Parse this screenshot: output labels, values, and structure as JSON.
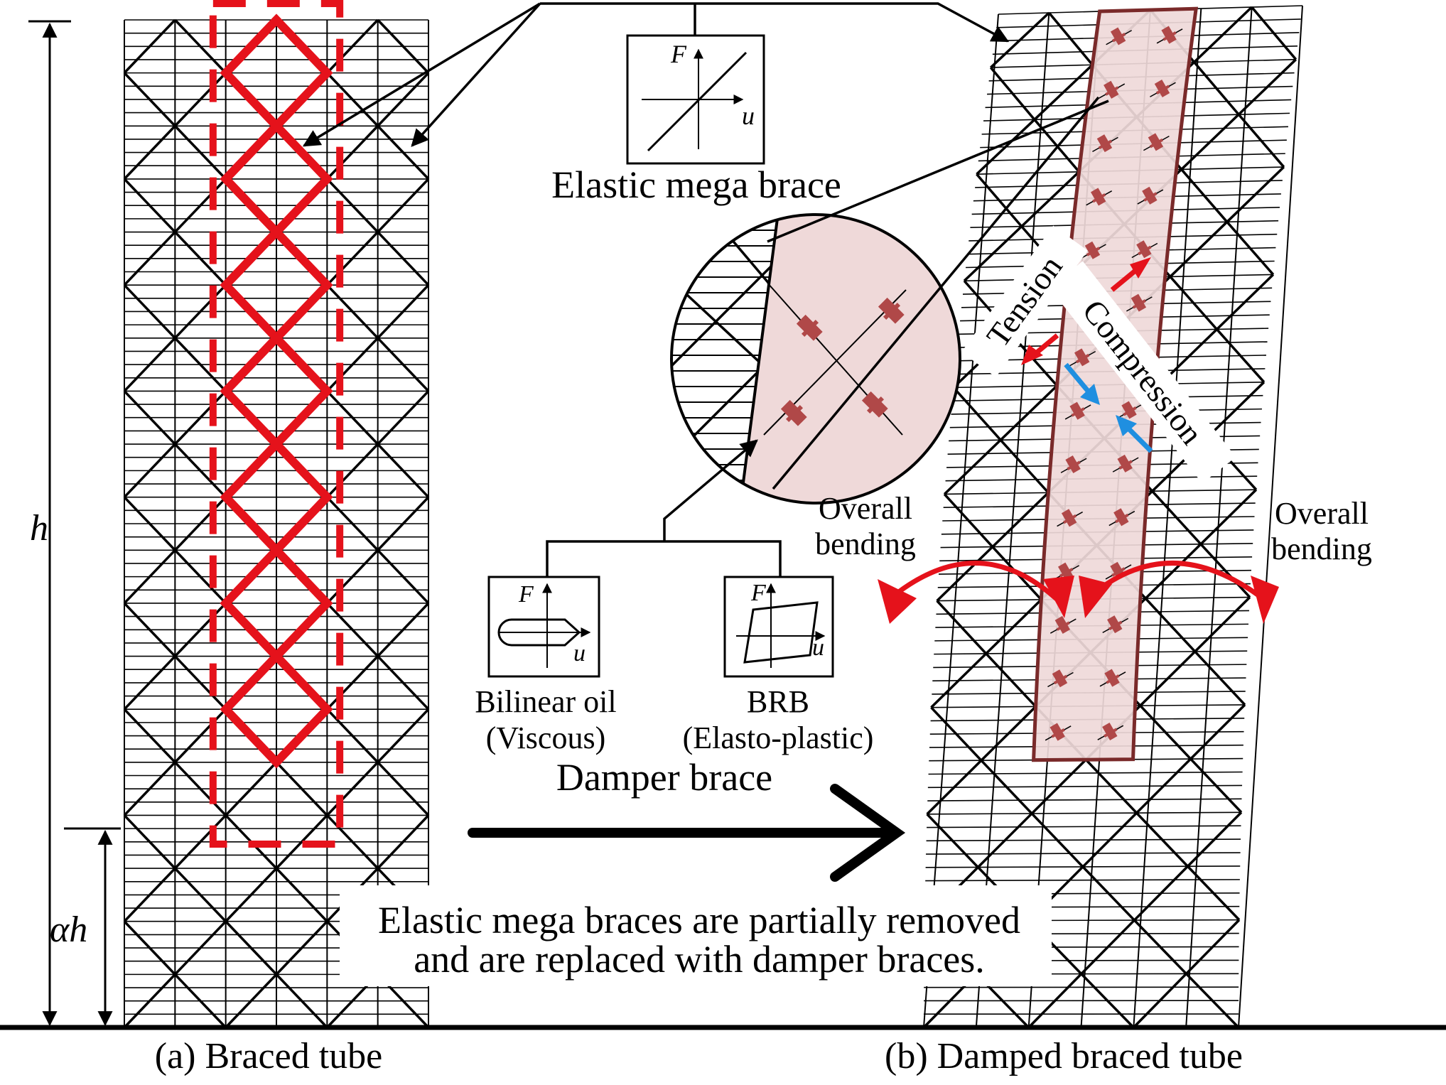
{
  "labels": {
    "h": "h",
    "alpha_h": "αh",
    "elastic_mega_brace": "Elastic mega brace",
    "force_axis": "F",
    "disp_axis": "u",
    "tension": "Tension",
    "compression": "Compression",
    "overall_bending": [
      "Overall",
      "bending"
    ],
    "bilinear_oil": "Bilinear oil",
    "viscous": "(Viscous)",
    "brb": "BRB",
    "elasto_plastic": "(Elasto-plastic)",
    "damper_brace": "Damper brace",
    "note_line1": "Elastic mega braces are partially removed",
    "note_line2": "and are replaced with damper braces.",
    "caption_a": "(a) Braced tube",
    "caption_b": "(b) Damped braced tube"
  },
  "colors": {
    "accent_red": "#e5121b",
    "damper_fill": "#efd9d9",
    "damper_edge": "#7a2a2a",
    "damper_device": "#b04848",
    "compression_blue": "#1f8fe0",
    "line": "#000000"
  }
}
